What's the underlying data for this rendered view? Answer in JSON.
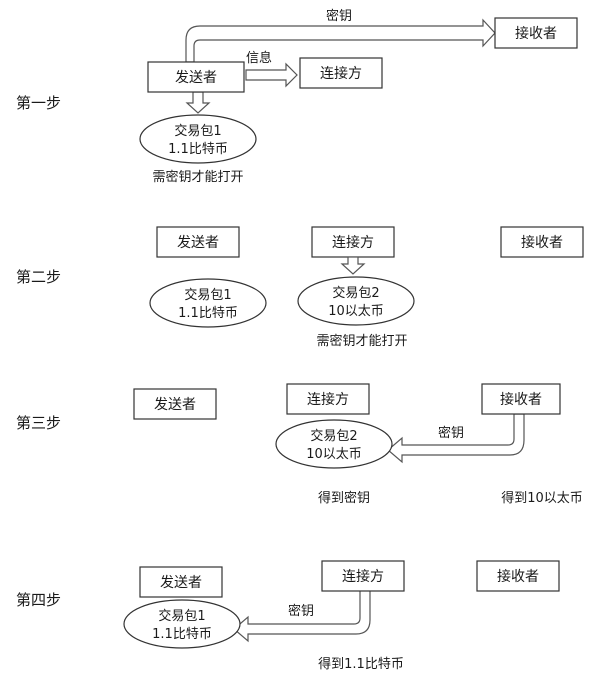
{
  "steps": {
    "s1": "第一步",
    "s2": "第二步",
    "s3": "第三步",
    "s4": "第四步"
  },
  "roles": {
    "sender": "发送者",
    "connector": "连接方",
    "receiver": "接收者"
  },
  "packages": {
    "p1_line1": "交易包1",
    "p1_line2": "1.1比特币",
    "p2_line1": "交易包2",
    "p2_line2": "10以太币"
  },
  "arrows": {
    "key": "密钥",
    "info": "信息"
  },
  "notes": {
    "needs_key": "需密钥才能打开",
    "gets_key": "得到密钥",
    "gets_10_eth": "得到10以太币",
    "gets_1_1_btc": "得到1.1比特币"
  }
}
